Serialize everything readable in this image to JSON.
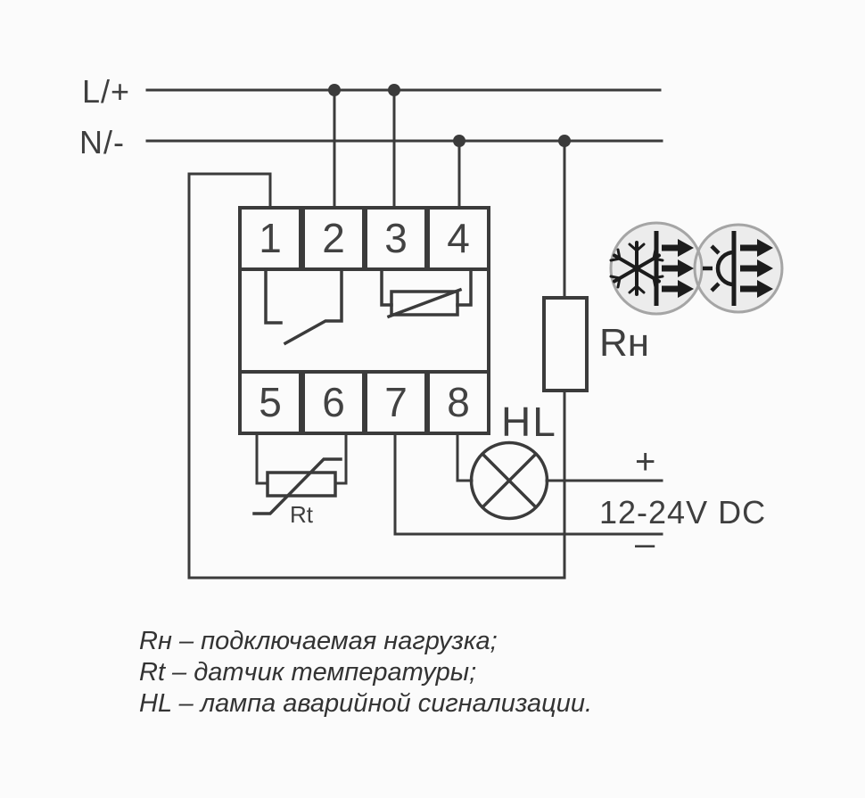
{
  "rails": {
    "line1_label": "L/+",
    "line2_label": "N/-"
  },
  "device": {
    "top_terminals": [
      "1",
      "2",
      "3",
      "4"
    ],
    "bottom_terminals": [
      "5",
      "6",
      "7",
      "8"
    ]
  },
  "labels": {
    "lamp": "HL",
    "load": "Rн",
    "sensor": "Rt",
    "supply_plus": "+",
    "supply_minus": "–",
    "supply_voltage": "12-24V DC"
  },
  "legend": {
    "line1": "Rн – подключаемая нагрузка;",
    "line2": "Rt – датчик температуры;",
    "line3": "HL – лампа аварийной сигнализации."
  },
  "icons": {
    "cooling": "snowflake-arrows-icon",
    "heating": "sun-arrows-icon"
  },
  "colors": {
    "wire": "#3b3b3b",
    "icon_fill": "#ececec",
    "icon_ring": "#a5a5a5",
    "glyph": "#1c1c1c",
    "background": "#fbfbfb"
  }
}
